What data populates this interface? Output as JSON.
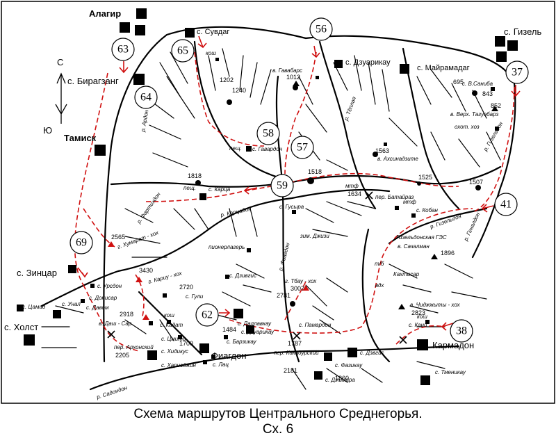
{
  "caption": {
    "line1": "Схема маршрутов Центрального Среднегорья.",
    "line2": "Сх. 6"
  },
  "compass": {
    "north": "С",
    "south": "Ю"
  },
  "route_numbers": [
    "63",
    "65",
    "56",
    "37",
    "64",
    "58",
    "57",
    "59",
    "41",
    "69",
    "62",
    "38"
  ],
  "villages": {
    "alagir": "Алагир",
    "suvdag": "с. Сувдаг",
    "dzuarikau": "с. Дзуарикау",
    "mairamadag": "с. Майрамадаг",
    "gizel": "с. Гизель",
    "biragzang": "с. Бирагзанг",
    "tamisk": "Тамиск",
    "zintsar": "с. Зинцар",
    "holst": "с. Холст",
    "fiagdon": "Фиагдон",
    "karmadon": "Кармадон"
  },
  "small_labels": {
    "kosh1": "кош",
    "h1202": "1202",
    "h1240": "1240",
    "gavabors": "в. Гавабарс",
    "h1012": "1012",
    "h695": "695",
    "v_saniba": "с. В.Саниба",
    "h843": "843",
    "h852": "852",
    "verh_tsaugbarz": "в. Верх. Тагуэбарз",
    "ohot_hoz": "охот. хоз",
    "peshch1": "пещ.",
    "gavardon": "с. Гавардон",
    "teplya": "р. Тёплая",
    "ardon": "р. Ардон",
    "akhsinadzite": "в. Ахсинадзите",
    "h1563": "1563",
    "h1525": "1525",
    "h1507": "1507",
    "h1818": "1818",
    "peshch2": "пещ.",
    "kartsa": "с. Карца",
    "h1518": "1518",
    "mtf1": "мтф",
    "h1634": "1634",
    "batairaz": "пер. Батайраз",
    "mtf2": "мтф",
    "koban": "с. Кобан",
    "gizeldon_r": "р. Гизельдон",
    "gizeldon_r2": "р. Гизельдон",
    "gusyra": "с. Гусыра",
    "kartsadon": "р. Карцадон",
    "fiagdon_r": "р. Фиагдон",
    "genaldon": "р. Геналдон",
    "fartikhdon": "р. Фартихдон",
    "zim_dzhizi": "зим. Джизи",
    "pionerlager": "пионерлагерь",
    "h2565": "2565",
    "humarat": "г. Хумарат - хох",
    "gizeldon_ges": "Гизельдонская ГЭС",
    "sachalman": "в. Сачалман",
    "h1896": "1896",
    "h3430": "3430",
    "kariu": "г. Кариу - хох",
    "dzivgis": "с. Дзивгис",
    "tbau": "г. Тбау - хох",
    "h3007": "3007",
    "mb": "т/б",
    "kakhtisar": "Кахтисар",
    "vdh": "вдх",
    "ursdon": "с. Урсдон",
    "h2720": "2720",
    "guli": "с. Гули",
    "chizhzhity": "в. Чиджжыты - хох",
    "h2823": "2823",
    "tsamad": "с. Цамад",
    "unal": "с. Унал",
    "donisar": "с. Донисар",
    "davom": "с. Давом",
    "h2918": "2918",
    "dash_sar": "в. Даш - Сар",
    "kosh2": "кош",
    "kadat": "с. Кадат",
    "h2781": "2781",
    "pamardon": "с. Памардон",
    "kosh3": "кош",
    "kani": "с. Кани",
    "h1484": "1484",
    "dallaikau": "с. Даллавкау",
    "dzuarikau2": "с. Дзуарикау",
    "barzikau": "с. Барзикау",
    "tsmiti": "с. Цмити",
    "arhonsky": "пер. Архонский",
    "h1700": "1700",
    "h2205": "2205",
    "hidikus": "с. Хидикус",
    "kakadursky": "пер. Какадурский",
    "h1787": "1787",
    "dzvgis2": "с. Дзвгис",
    "harisdzhin": "с. Харисджин",
    "lats": "с. Лац",
    "h2181": "2181",
    "fazikau": "с. Фазикау",
    "h1860": "1860",
    "dzhimara": "с. Джимара",
    "tmenikau": "с. Тменикау",
    "sadon": "р. Садондон"
  }
}
